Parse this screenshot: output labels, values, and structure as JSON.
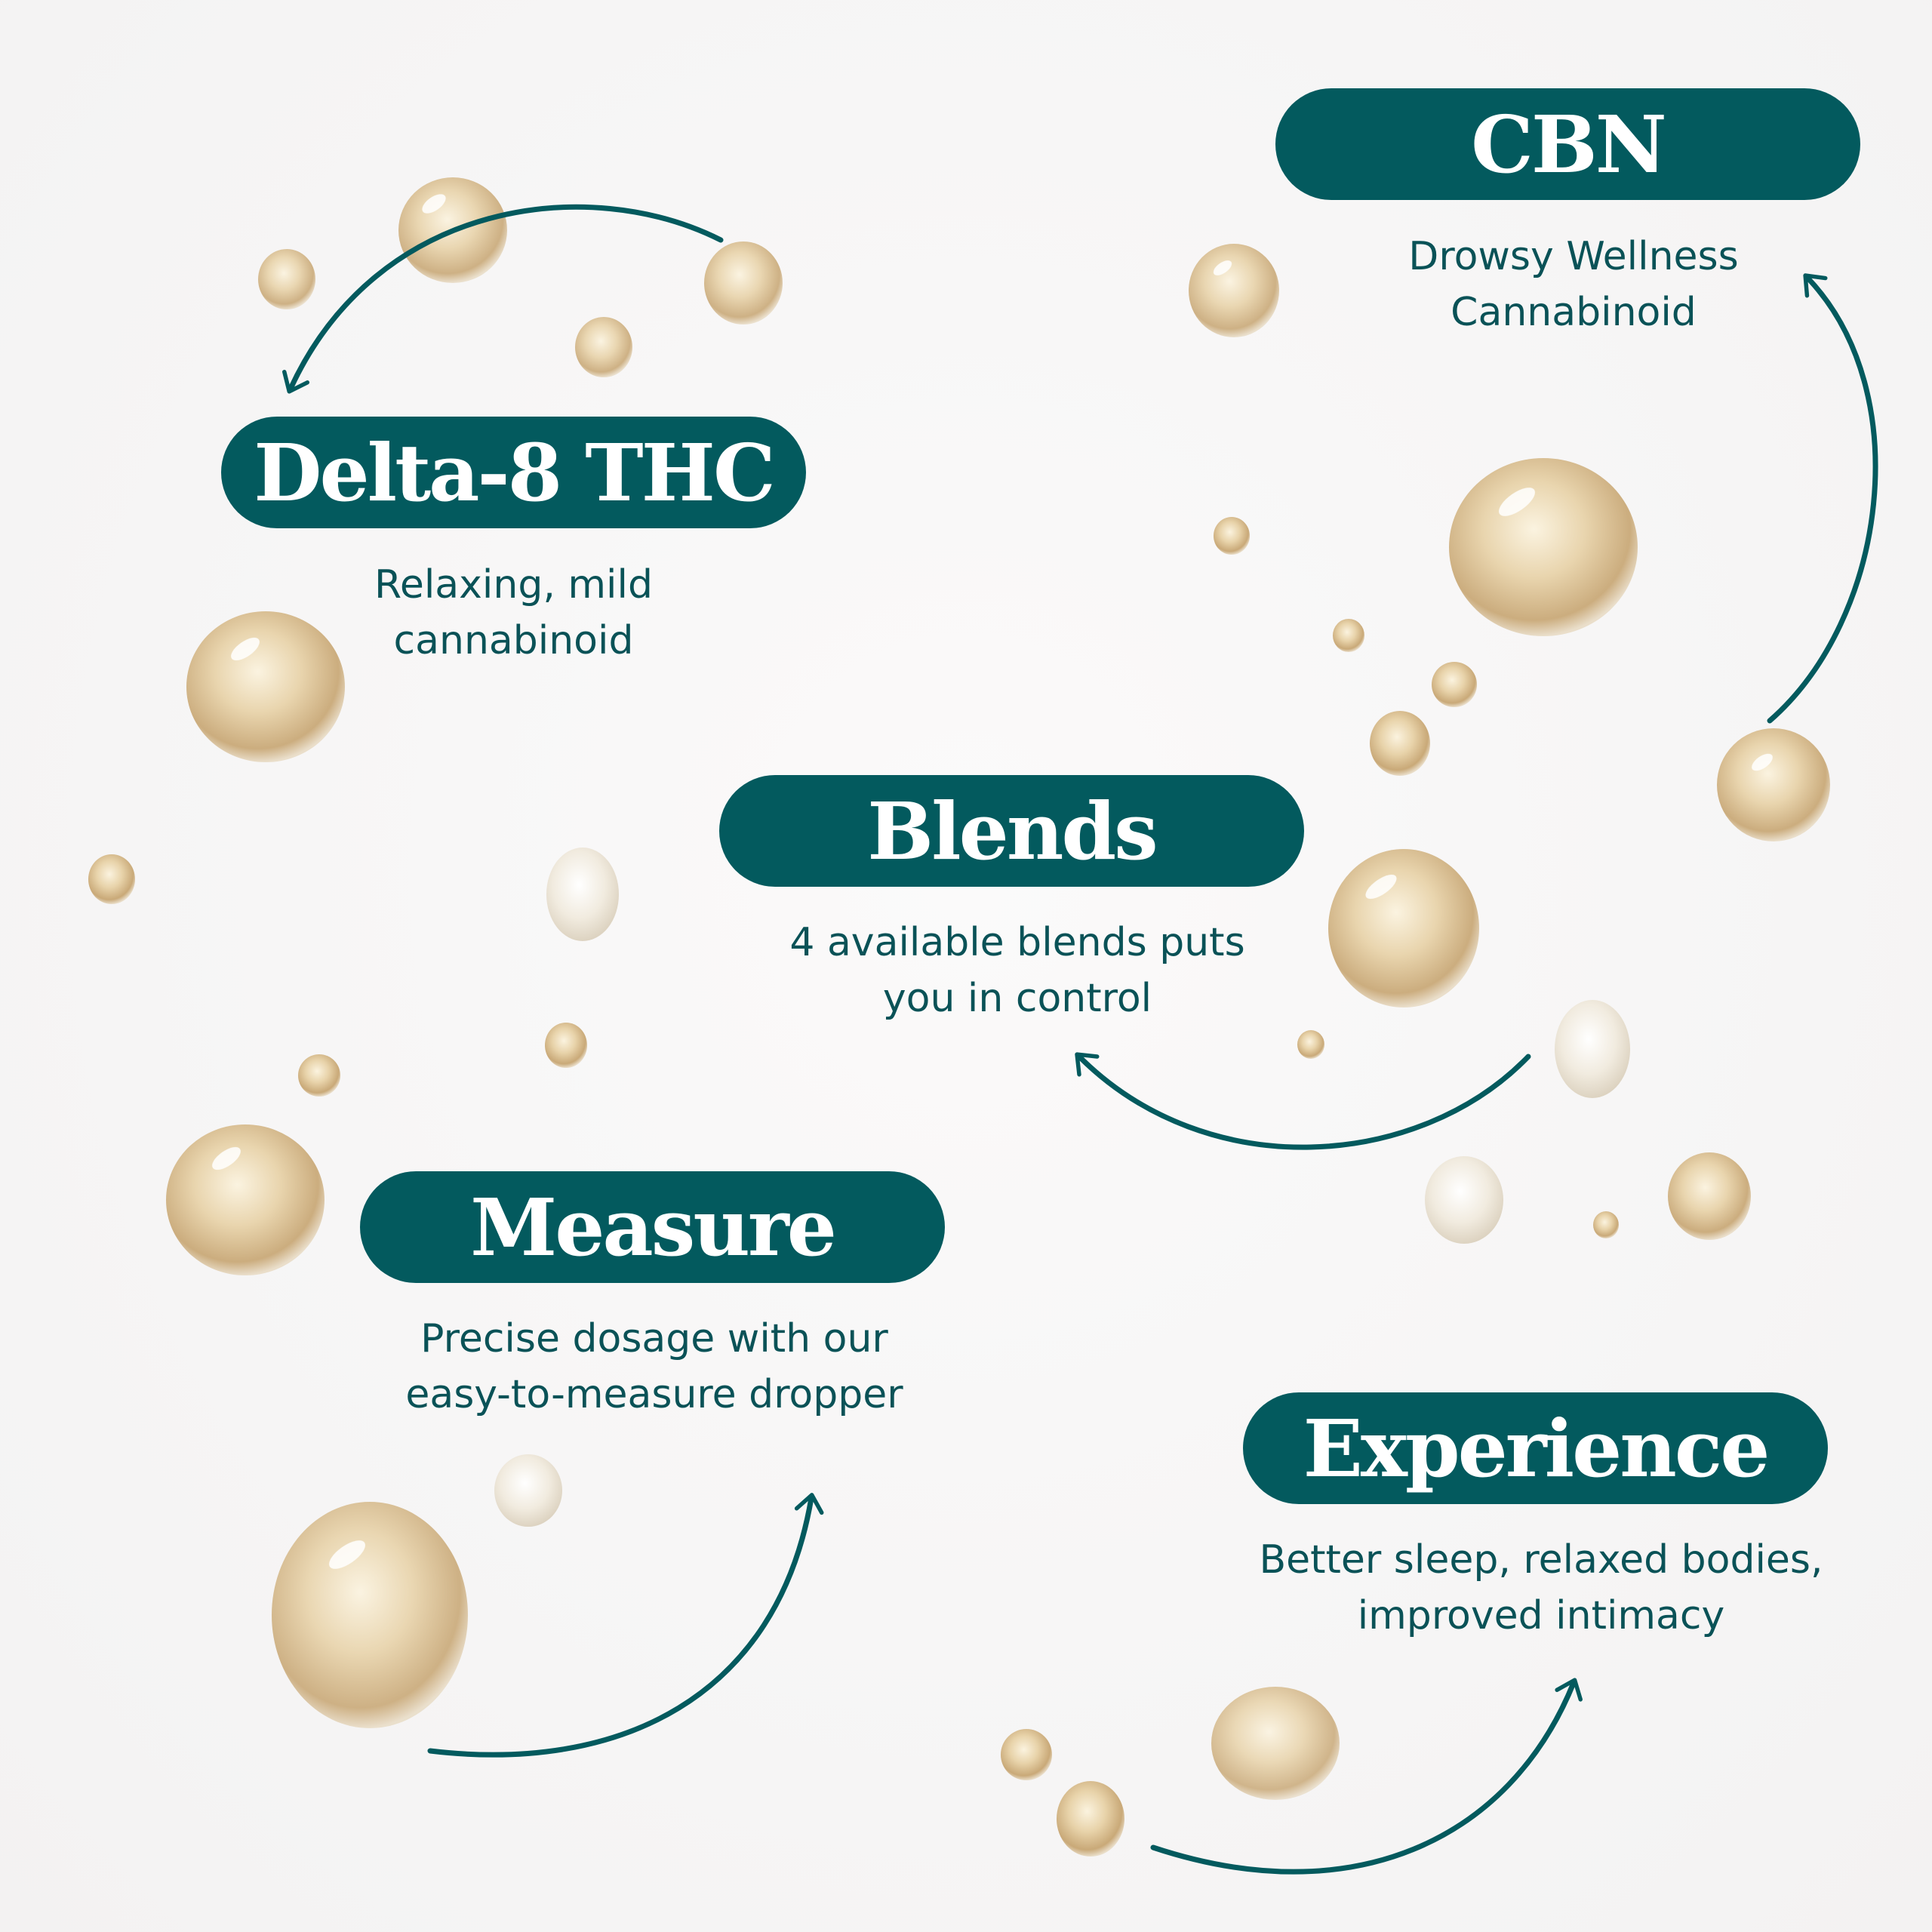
{
  "colors": {
    "accent": "#035a5e",
    "pill_text": "#ffffff",
    "description_text": "#0a5257",
    "droplet": "#d9c39c"
  },
  "sections": [
    {
      "id": "cbn",
      "title": "CBN",
      "description": [
        "Drowsy Wellness",
        "Cannabinoid"
      ]
    },
    {
      "id": "delta8",
      "title": "Delta-8 THC",
      "description": [
        "Relaxing, mild",
        "cannabinoid"
      ]
    },
    {
      "id": "blends",
      "title": "Blends",
      "description": [
        "4 available blends puts",
        "you in control"
      ]
    },
    {
      "id": "measure",
      "title": "Measure",
      "description": [
        "Precise dosage with our",
        "easy-to-measure dropper"
      ]
    },
    {
      "id": "experience",
      "title": "Experience",
      "description": [
        "Better sleep, relaxed bodies,",
        "improved intimacy"
      ]
    }
  ],
  "decorations": {
    "arrow_icon": "curved-arrow-icon",
    "droplet_icon": "oil-droplet-icon"
  }
}
